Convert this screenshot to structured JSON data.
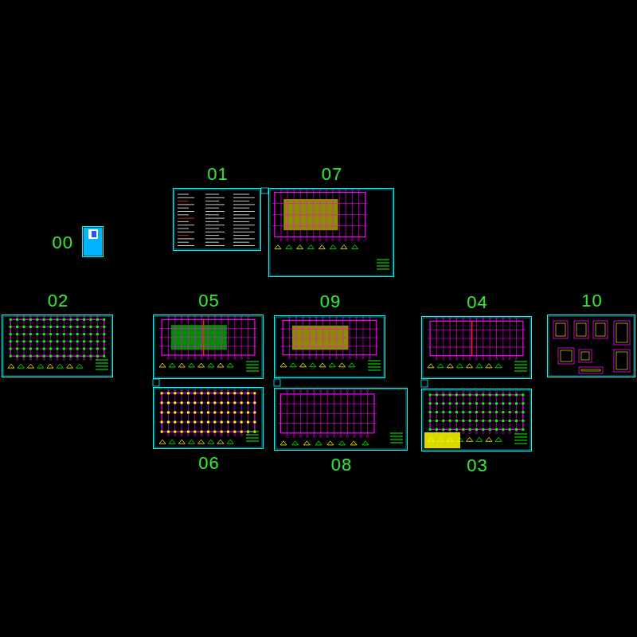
{
  "diagram": {
    "nodes": [
      {
        "text": [
          "01"
        ]
      },
      {
        "text": [
          "07"
        ]
      },
      {
        "text": [
          "00"
        ]
      },
      {
        "text": [
          "02"
        ]
      },
      {
        "text": [
          "05"
        ]
      },
      {
        "text": [
          "09"
        ]
      },
      {
        "text": [
          "04"
        ]
      },
      {
        "text": [
          "10"
        ]
      },
      {
        "text": [
          "06"
        ]
      },
      {
        "text": [
          "08"
        ]
      },
      {
        "text": [
          "03"
        ]
      }
    ]
  }
}
